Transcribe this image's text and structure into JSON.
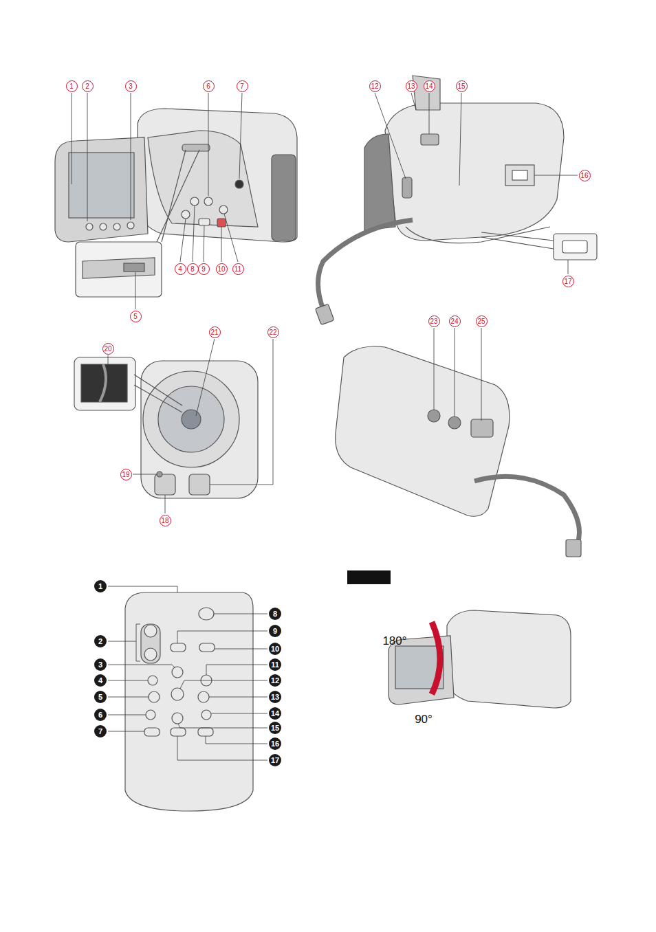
{
  "diagram": {
    "labels": [
      "1",
      "2",
      "3",
      "4",
      "5",
      "6",
      "7",
      "8",
      "9",
      "10",
      "11",
      "12",
      "13",
      "14",
      "15",
      "16",
      "17",
      "18",
      "19",
      "20",
      "21",
      "22",
      "23",
      "24",
      "25",
      "1",
      "2",
      "3",
      "4",
      "5",
      "6",
      "7",
      "8",
      "9",
      "10",
      "11",
      "12",
      "13",
      "14",
      "15",
      "16",
      "17",
      "180°",
      "90°"
    ]
  }
}
